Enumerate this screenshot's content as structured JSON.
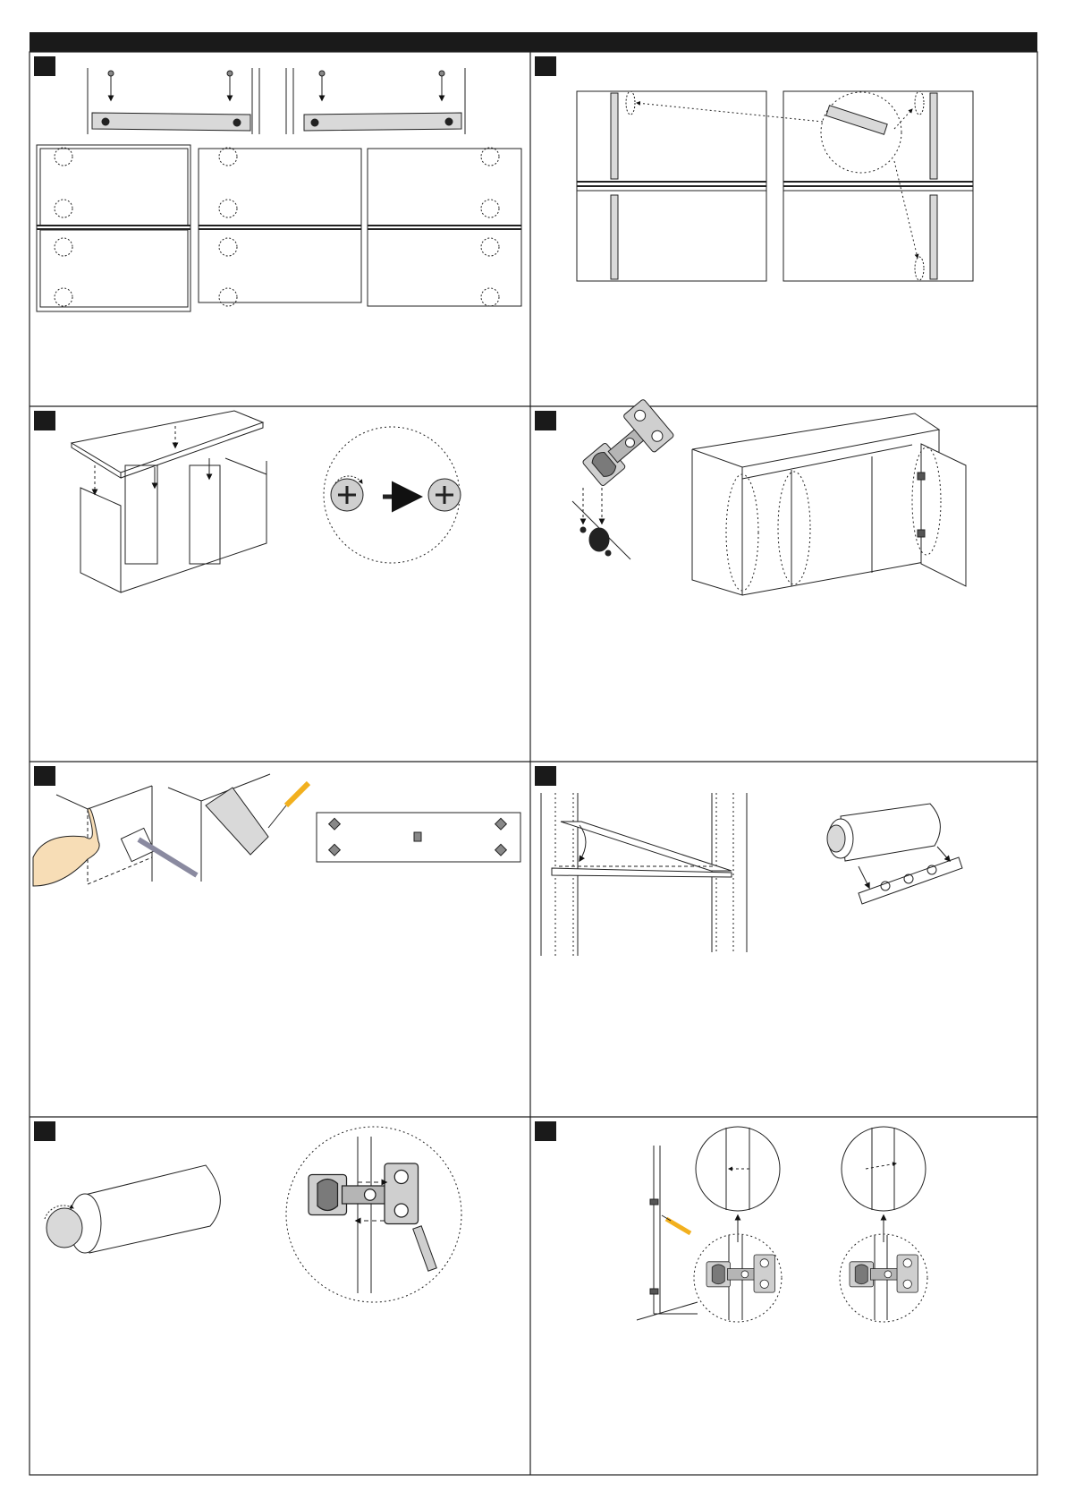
{
  "sheet": {
    "header_color": "#1a1a1a",
    "line_color": "#222222",
    "part_fill": "#d9d9d9",
    "hinge_fill": "#9a9a9a",
    "hinge_cup_fill": "#6a6a6a",
    "screwdriver_handle": "#f2b01e",
    "skin_fill": "#f7ddb6"
  },
  "panels": [
    {
      "id": "step-1",
      "content": "rail-brackets-on-side-panels"
    },
    {
      "id": "step-2",
      "content": "brackets-on-end-panels"
    },
    {
      "id": "step-3",
      "content": "carcass-assembly-with-cam-locks"
    },
    {
      "id": "step-4",
      "content": "hinge-and-door-mounting"
    },
    {
      "id": "step-5",
      "content": "wall-fixing-and-bumpers"
    },
    {
      "id": "step-6",
      "content": "shelf-and-roller-bracket"
    },
    {
      "id": "step-7",
      "content": "roller-and-hinge-detail"
    },
    {
      "id": "step-8",
      "content": "door-alignment-adjustment"
    }
  ]
}
